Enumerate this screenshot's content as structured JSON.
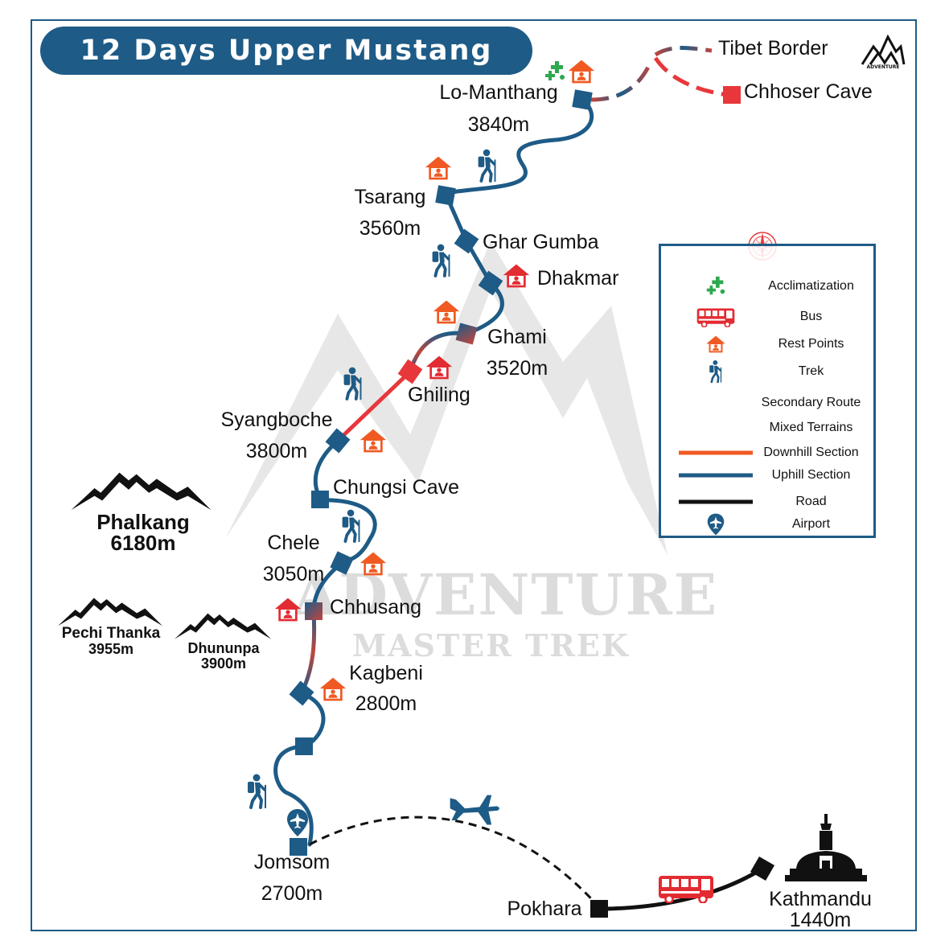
{
  "title": "12 Days Upper Mustang Trek",
  "watermark": {
    "line1": "ADVENTURE",
    "line2": "MASTER TREK"
  },
  "logo": {
    "text": "ADVENTURE",
    "icon": "mountain-logo-icon"
  },
  "places": {
    "lo_manthang": {
      "name": "Lo-Manthang",
      "altitude": "3840m"
    },
    "tsarang": {
      "name": "Tsarang",
      "altitude": "3560m"
    },
    "ghar_gumba": {
      "name": "Ghar Gumba"
    },
    "dhakmar": {
      "name": "Dhakmar"
    },
    "ghami": {
      "name": "Ghami",
      "altitude": "3520m"
    },
    "ghiling": {
      "name": "Ghiling"
    },
    "syangboche": {
      "name": "Syangboche",
      "altitude": "3800m"
    },
    "chungsi_cave": {
      "name": "Chungsi Cave"
    },
    "chele": {
      "name": "Chele",
      "altitude": "3050m"
    },
    "chhusang": {
      "name": "Chhusang"
    },
    "kagbeni": {
      "name": "Kagbeni",
      "altitude": "2800m"
    },
    "jomsom": {
      "name": "Jomsom",
      "altitude": "2700m"
    },
    "pokhara": {
      "name": "Pokhara"
    },
    "kathmandu": {
      "name": "Kathmandu",
      "altitude": "1440m"
    },
    "tibet_border": {
      "name": "Tibet Border"
    },
    "chhoser_cave": {
      "name": "Chhoser Cave"
    }
  },
  "peaks": {
    "phalkang": {
      "name": "Phalkang",
      "altitude": "6180m"
    },
    "pechi_thanka": {
      "name": "Pechi Thanka",
      "altitude": "3955m"
    },
    "dhununpa": {
      "name": "Dhununpa",
      "altitude": "3900m"
    }
  },
  "legend": {
    "compass_icon": "compass-rose-icon",
    "items": [
      {
        "label": "Acclimatization",
        "icon": "plus-cross-icon"
      },
      {
        "label": "Bus",
        "icon": "bus-icon"
      },
      {
        "label": "Rest Points",
        "icon": "house-icon"
      },
      {
        "label": "Trek",
        "icon": "hiker-icon"
      },
      {
        "label": "Secondary Route",
        "icon": "dashed-line-icon"
      },
      {
        "label": "Mixed Terrains",
        "icon": "gradient-line-icon"
      },
      {
        "label": "Downhill Section",
        "icon": "red-line-icon"
      },
      {
        "label": "Uphill Section",
        "icon": "blue-line-icon"
      },
      {
        "label": "Road",
        "icon": "black-line-icon"
      },
      {
        "label": "Airport",
        "icon": "airport-pin-icon"
      }
    ]
  },
  "colors": {
    "uphill": "#1e5b86",
    "downhill": "#e8373a",
    "rest_orange": "#f05a22",
    "rest_red": "#e32b32",
    "accl_green": "#2fa84f",
    "road": "#111111",
    "bus": "#e32b32",
    "title_bg": "#1e5b86"
  }
}
